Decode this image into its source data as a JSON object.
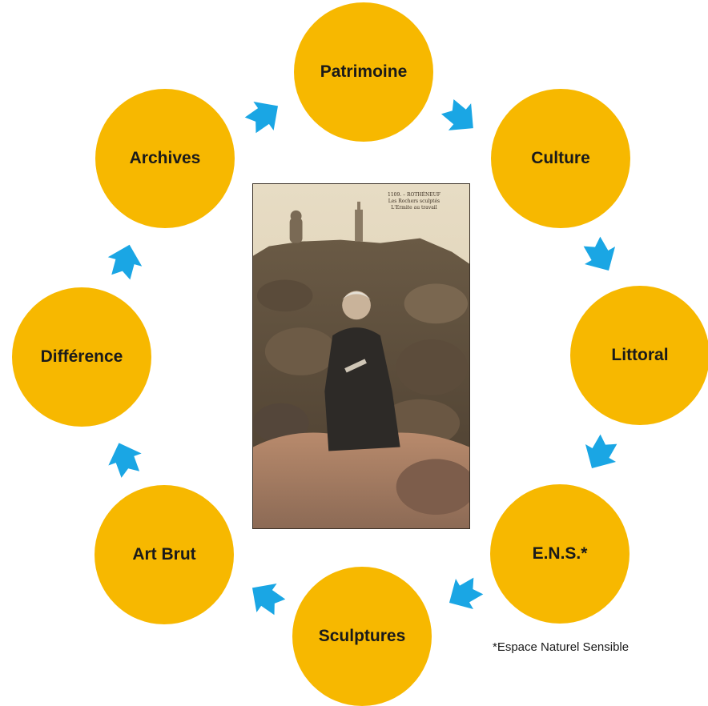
{
  "nodes": {
    "patrimoine": "Patrimoine",
    "culture": "Culture",
    "littoral": "Littoral",
    "ens": "E.N.S.*",
    "sculptures": "Sculptures",
    "art_brut": "Art Brut",
    "difference": "Différence",
    "archives": "Archives"
  },
  "photo": {
    "caption_line1": "1109. – ROTHÉNEUF",
    "caption_line2": "Les Rochers sculptés",
    "caption_line3": "L'Ermite au travail"
  },
  "footnote": "*Espace Naturel Sensible",
  "colors": {
    "circle": "#f7b800",
    "arrow": "#1aa6e4"
  },
  "icons": {
    "arrow": "chevron-arrow-icon"
  }
}
